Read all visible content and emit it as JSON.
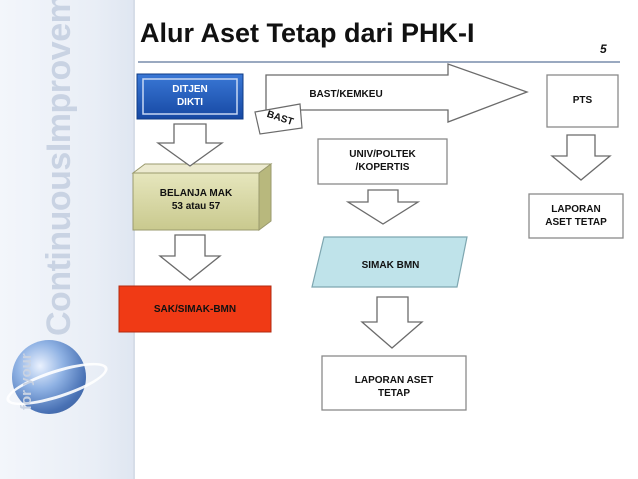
{
  "sidebar": {
    "brand_line1": "for your",
    "brand_line2": "ContinuousImprovements"
  },
  "slide": {
    "title": "Alur Aset Tetap dari PHK-I",
    "page_number": "5"
  },
  "diagram": {
    "nodes": {
      "ditjen": "DITJEN\nDIKTI",
      "belanja": "BELANJA MAK\n53 atau 57",
      "sak": "SAK/SIMAK-BMN",
      "univ": "UNIV/POLTEK\n/KOPERTIS",
      "simak": "SIMAK BMN",
      "laporan_aset": "LAPORAN ASET\nTETAP",
      "pts": "PTS",
      "laporan_pts": "LAPORAN\nASET TETAP"
    },
    "arrows": {
      "bast_kemkeu": "BAST/KEMKEU",
      "bast": "BAST"
    },
    "colors": {
      "ditjen": "#1f5fbf",
      "belanja": "#d9d9a7",
      "sak": "#f03a15",
      "simak": "#bfe3ea",
      "box_border": "#8a8a8a"
    }
  }
}
